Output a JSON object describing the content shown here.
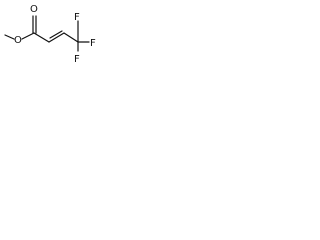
{
  "molecule": {
    "atoms": {
      "ester_oxygen": "O",
      "carbonyl_oxygen": "O",
      "fluorine_top": "F",
      "fluorine_right": "F",
      "fluorine_bottom": "F"
    },
    "colors": {
      "bond": "#111111",
      "label": "#111111",
      "background": "#ffffff"
    }
  }
}
